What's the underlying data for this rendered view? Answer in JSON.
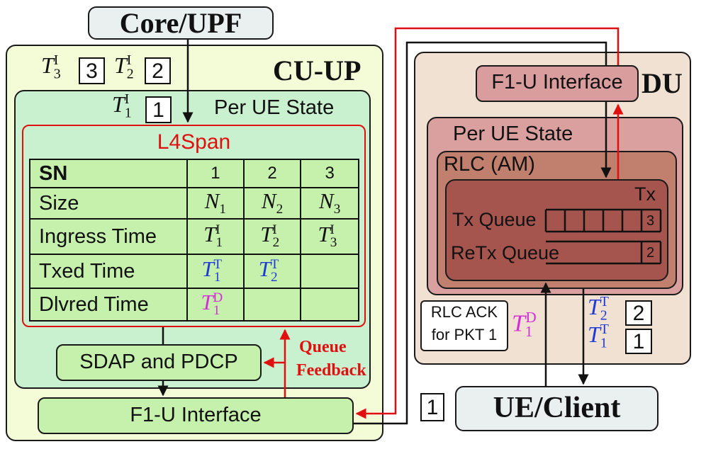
{
  "core": {
    "label": "Core/UPF"
  },
  "cu_up": {
    "title": "CU-UP",
    "t3": {
      "sym": "T",
      "sub": "3",
      "sup": "I",
      "badge": "3"
    },
    "t2": {
      "sym": "T",
      "sub": "2",
      "sup": "I",
      "badge": "2"
    },
    "per_ue": {
      "label": "Per UE State",
      "t1": {
        "sym": "T",
        "sub": "1",
        "sup": "I",
        "badge": "1"
      },
      "l4span": {
        "title": "L4Span",
        "header": {
          "label": "SN",
          "cols": [
            "1",
            "2",
            "3"
          ]
        },
        "size": {
          "label": "Size",
          "cells": [
            {
              "sym": "N",
              "sub": "1",
              "sup": ""
            },
            {
              "sym": "N",
              "sub": "2",
              "sup": ""
            },
            {
              "sym": "N",
              "sub": "3",
              "sup": ""
            }
          ]
        },
        "ingress": {
          "label": "Ingress Time",
          "cells": [
            {
              "sym": "T",
              "sub": "1",
              "sup": "I"
            },
            {
              "sym": "T",
              "sub": "2",
              "sup": "I"
            },
            {
              "sym": "T",
              "sub": "3",
              "sup": "I"
            }
          ]
        },
        "txed": {
          "label": "Txed Time",
          "cells": [
            {
              "sym": "T",
              "sub": "1",
              "sup": "T"
            },
            {
              "sym": "T",
              "sub": "2",
              "sup": "T"
            }
          ]
        },
        "dlvred": {
          "label": "Dlvred Time",
          "cells": [
            {
              "sym": "T",
              "sub": "1",
              "sup": "D"
            }
          ]
        }
      }
    },
    "sdap": "SDAP and PDCP",
    "f1u": "F1-U Interface",
    "feedback": {
      "line1": "Queue",
      "line2": "Feedback"
    }
  },
  "du": {
    "title": "DU",
    "f1u": "F1-U Interface",
    "per_ue": {
      "label": "Per UE State",
      "rlc": {
        "label": "RLC (AM)",
        "tx": {
          "label": "Tx",
          "tx_queue": {
            "label": "Tx Queue",
            "count": "3"
          },
          "retx_queue": {
            "label": "ReTx Queue",
            "count": "2"
          }
        }
      }
    },
    "ack": {
      "line1": "RLC ACK",
      "line2": "for PKT 1"
    },
    "ack_sym": {
      "sym": "T",
      "sub": "1",
      "sup": "D"
    },
    "t2t": {
      "sym": "T",
      "sub": "2",
      "sup": "T",
      "badge": "2"
    },
    "t1t": {
      "sym": "T",
      "sub": "1",
      "sup": "T",
      "badge": "1"
    }
  },
  "ue": {
    "label": "UE/Client",
    "badge": "1"
  },
  "colors": {
    "cu_up_bg": "#f4fbd7",
    "per_ue_cu_bg": "#c9f0cf",
    "l4span_border": "#e01010",
    "table_bg": "#c6f1ad",
    "du_bg": "#f1e1d3",
    "du_per_ue_bg": "#d9a09f",
    "rlc_bg": "#c17f6e",
    "tx_bg": "#a6554e",
    "f1u_du_bg": "#d99d9d",
    "core_ue_bg": "#e9f0ef",
    "blue": "#1f3bd6",
    "magenta": "#d62ed6",
    "red": "#e01010"
  }
}
